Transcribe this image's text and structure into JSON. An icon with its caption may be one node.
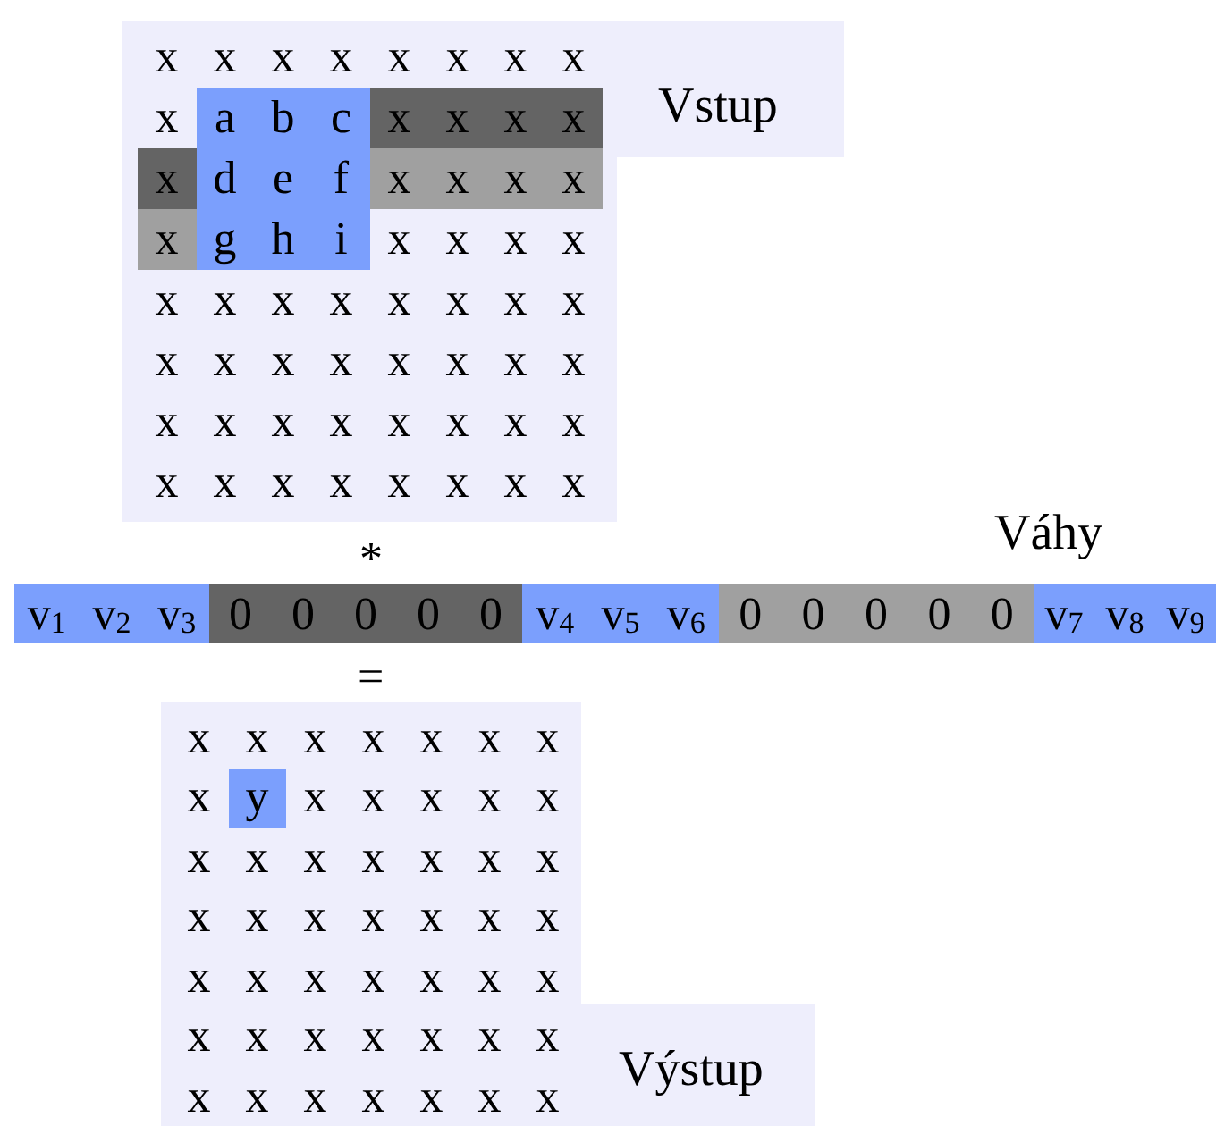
{
  "diagram": {
    "nodes": [
      {
        "text": [
          "Vstup"
        ]
      },
      {
        "text": [
          "Váhy"
        ]
      },
      {
        "text": [
          "Výstup"
        ]
      }
    ],
    "labels": [
      "x",
      "x",
      "x",
      "x",
      "x",
      "x",
      "x",
      "x",
      "x",
      "a",
      "b",
      "c",
      "x",
      "x",
      "x",
      "x",
      "x",
      "d",
      "e",
      "f",
      "x",
      "x",
      "x",
      "x",
      "x",
      "g",
      "h",
      "i",
      "x",
      "x",
      "x",
      "x",
      "x",
      "x",
      "x",
      "x",
      "x",
      "x",
      "x",
      "x",
      "x",
      "x",
      "x",
      "x",
      "x",
      "x",
      "x",
      "x",
      "x",
      "x",
      "x",
      "x",
      "x",
      "x",
      "x",
      "x",
      "x",
      "x",
      "x",
      "x",
      "x",
      "x",
      "x",
      "x",
      "*",
      "v$_{1}$",
      "v$_{2}$",
      "v$_{3}$",
      "0",
      "0",
      "0",
      "0",
      "0",
      "v$_{4}$",
      "v$_{5}$",
      "v$_{6}$",
      "0",
      "0",
      "0",
      "0",
      "0",
      "v$_{7}$",
      "v$_{8}$",
      "v$_{9}$",
      "=",
      "x",
      "x",
      "x",
      "x",
      "x",
      "x",
      "x",
      "x",
      "y",
      "x",
      "x",
      "x",
      "x",
      "x",
      "x",
      "x",
      "x",
      "x",
      "x",
      "x",
      "x",
      "x",
      "x",
      "x",
      "x",
      "x",
      "x",
      "x",
      "x",
      "x",
      "x",
      "x",
      "x",
      "x",
      "x",
      "x",
      "x",
      "x",
      "x",
      "x",
      "x",
      "x",
      "x",
      "x",
      "x",
      "x",
      "x",
      "x",
      "x"
    ]
  }
}
